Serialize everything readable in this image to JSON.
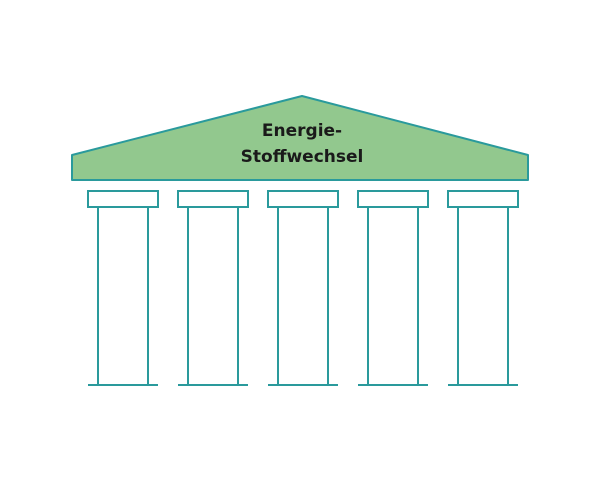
{
  "diagram": {
    "roof": {
      "line1": "Energie-",
      "line2": "Stoffwechsel"
    },
    "pillar_count": 5
  },
  "colors": {
    "outline": "#2a9a9c",
    "roof_fill": "#92c88e",
    "background": "#ffffff",
    "text": "#1a1a1a"
  }
}
